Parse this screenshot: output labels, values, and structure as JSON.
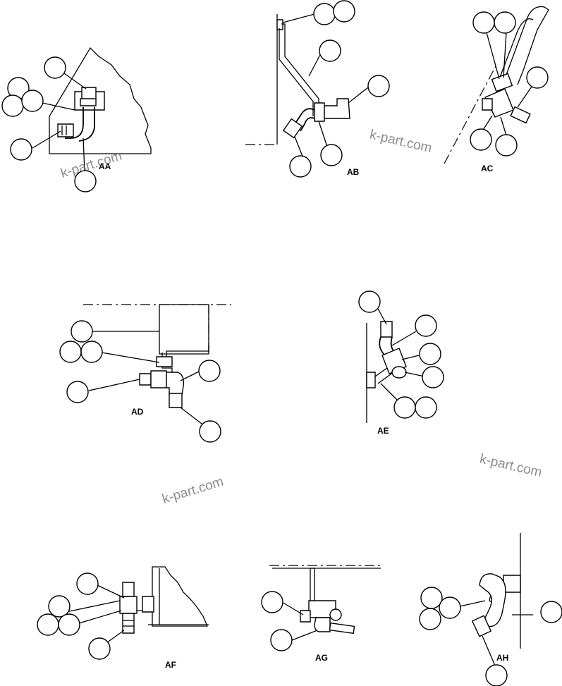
{
  "views": [
    {
      "id": "AA",
      "label": "AA"
    },
    {
      "id": "AB",
      "label": "AB"
    },
    {
      "id": "AC",
      "label": "AC"
    },
    {
      "id": "AD",
      "label": "AD"
    },
    {
      "id": "AE",
      "label": "AE"
    },
    {
      "id": "AF",
      "label": "AF"
    },
    {
      "id": "AG",
      "label": "AG"
    },
    {
      "id": "AH",
      "label": "AH"
    }
  ],
  "watermark": {
    "text": "k-part.com",
    "color": "#5f5f5f"
  },
  "colors": {
    "ink": "#000000",
    "background": "#ffffff"
  }
}
